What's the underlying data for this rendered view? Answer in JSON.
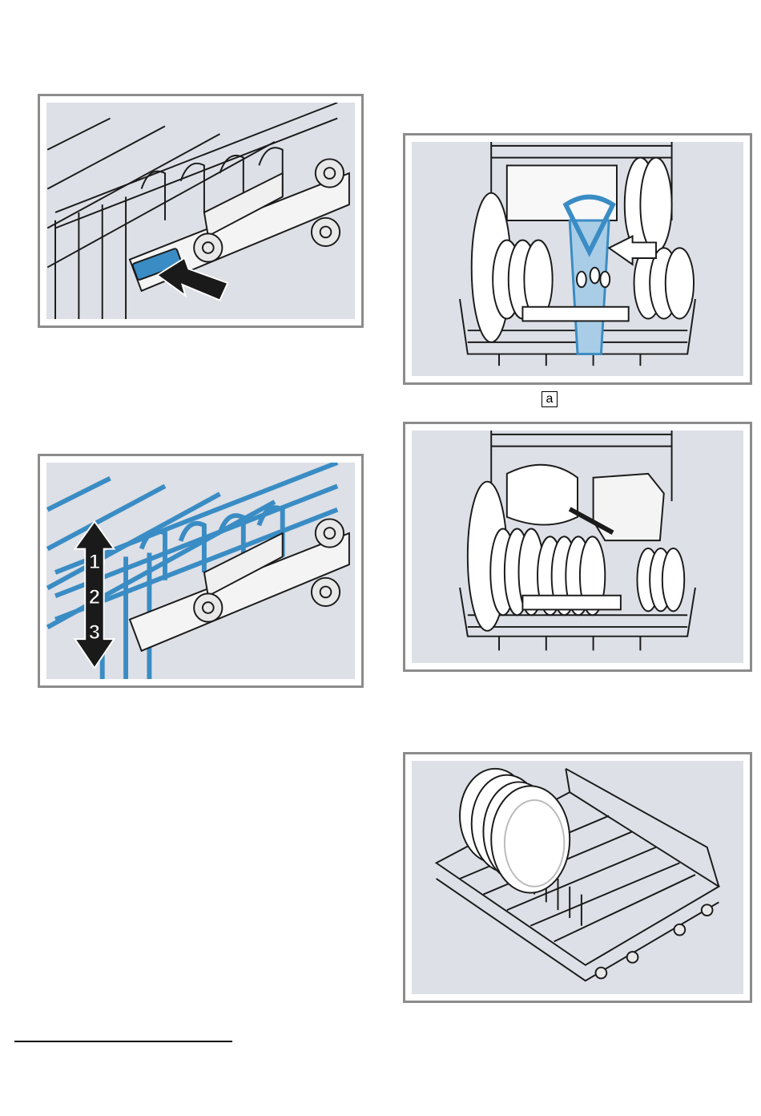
{
  "figures": {
    "height_adjust_steps": [
      "1",
      "2",
      "3"
    ],
    "callout_label": "a"
  },
  "colors": {
    "panel_border": "#8c8c8c",
    "panel_background": "#dde0e6",
    "accent_blue": "#3a8cc4",
    "line_dark": "#1a1a1a"
  },
  "icons": {
    "push_arrow": "arrow-push-icon",
    "height_arrow": "double-arrow-vertical-icon"
  }
}
